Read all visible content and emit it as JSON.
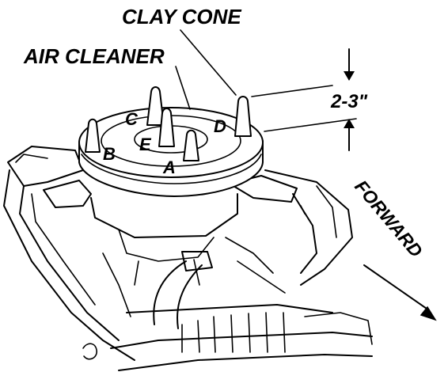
{
  "labels": {
    "clay_cone": "CLAY CONE",
    "air_cleaner": "AIR CLEANER",
    "gap": "2-3\"",
    "forward": "FORWARD"
  },
  "cones": [
    "A",
    "B",
    "C",
    "D",
    "E"
  ]
}
